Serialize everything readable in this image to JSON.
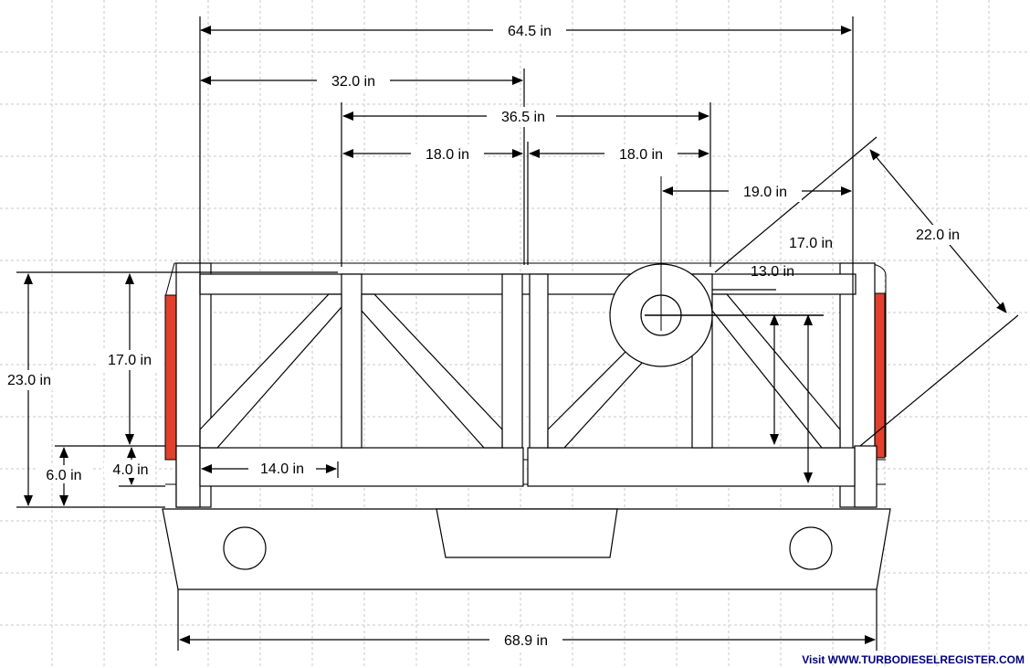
{
  "dimensions": {
    "overall_top": "64.5  in",
    "left_half": "32.0  in",
    "center_span": "36.5  in",
    "center_left": "18.0  in",
    "center_right": "18.0  in",
    "hitch_offset": "19.0  in",
    "diagonal": "22.0  in",
    "right_height_17": "17.0  in",
    "right_height_13": "13.0  in",
    "left_height_17": "17.0  in",
    "overall_height": "23.0  in",
    "bottom_6": "6.0  in",
    "bottom_4": "4.0  in",
    "bottom_bar": "14.0  in",
    "bumper_width": "68.9  in"
  },
  "credit": "Visit WWW.TURBODIESELREGISTER.COM",
  "colors": {
    "grid": "#c8c8c8",
    "line": "#000000",
    "frame_fill": "#ffffff",
    "taillight": "#e0402c"
  }
}
